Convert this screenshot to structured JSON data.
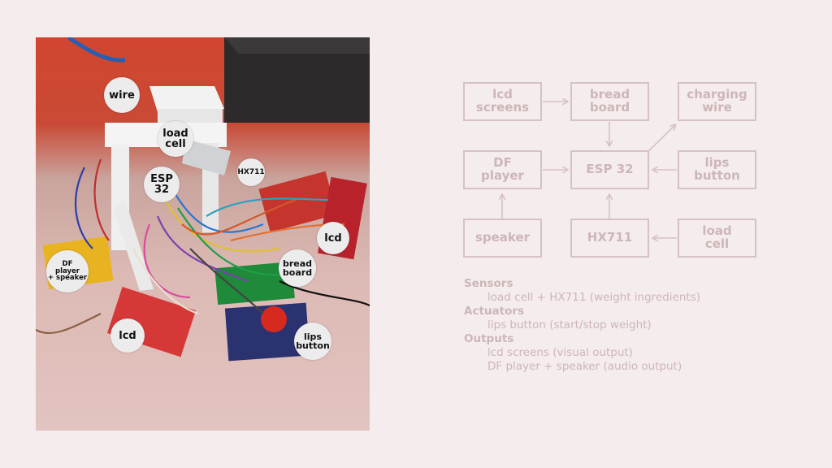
{
  "photo_labels": {
    "wire": "wire",
    "load_cell": "load\ncell",
    "hx711": "HX711",
    "esp32": "ESP\n32",
    "lcd_right": "lcd",
    "df_player": "DF\nplayer\n+ speaker",
    "bread_board": "bread\nboard",
    "lcd_left": "lcd",
    "lips_button": "lips\nbutton"
  },
  "diagram": {
    "lcd_screens": "lcd\nscreens",
    "bread_board": "bread\nboard",
    "charging_wire": "charging\nwire",
    "df_player": "DF\nplayer",
    "esp32": "ESP 32",
    "lips_button": "lips\nbutton",
    "speaker": "speaker",
    "hx711": "HX711",
    "load_cell": "load\ncell"
  },
  "legend": {
    "sensors_heading": "Sensors",
    "sensors_item": "load cell + HX711 (weight ingredients)",
    "actuators_heading": "Actuators",
    "actuators_item": "lips button (start/stop weight)",
    "outputs_heading": "Outputs",
    "outputs_item_1": "lcd screens (visual output)",
    "outputs_item_2": "DF player + speaker (audio output)"
  },
  "colors": {
    "background": "#f5eced",
    "diagram_line": "#d6c2c3",
    "diagram_text": "#cdb6b7",
    "label_bubble": "#ececec"
  }
}
